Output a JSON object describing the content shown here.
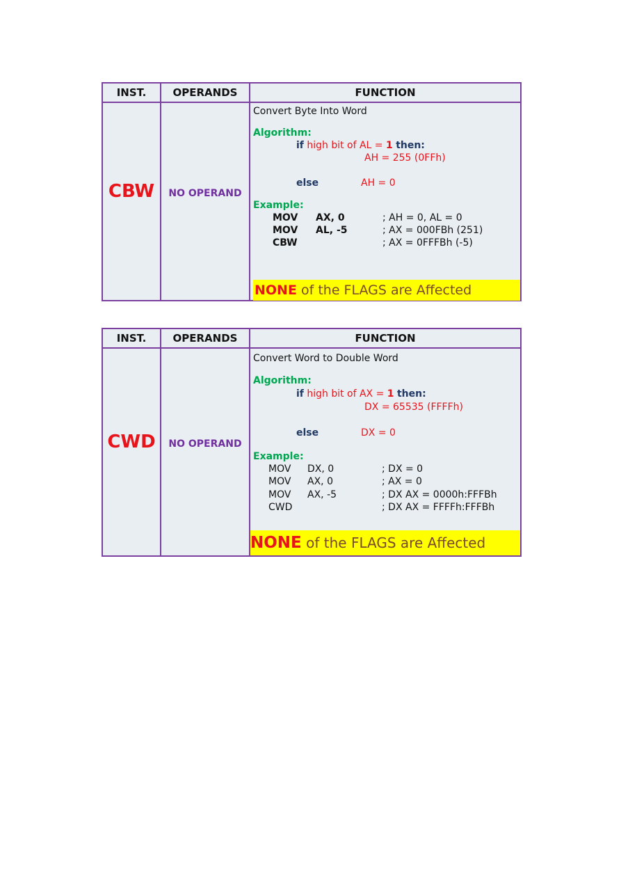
{
  "headers": {
    "inst": "INST.",
    "operands": "OPERANDS",
    "function": "FUNCTION"
  },
  "cbw": {
    "instruction": "CBW",
    "operand": "NO OPERAND",
    "description": "Convert Byte Into Word",
    "algorithm_label": "Algorithm:",
    "if_kw": "if",
    "cond": "high bit of AL = ",
    "cond_val": "1",
    "then_kw": "then:",
    "then_result": "AH = 255 (0FFh)",
    "else_kw": "else",
    "else_result": "AH = 0",
    "example_label": "Example:",
    "examples": [
      {
        "op": "MOV",
        "args": "AX, 0",
        "comment": "; AH = 0, AL = 0"
      },
      {
        "op": "MOV",
        "args": "AL, -5",
        "comment": "; AX = 000FBh (251)"
      },
      {
        "op": "CBW",
        "args": "",
        "comment": "; AX = 0FFFBh (-5)"
      }
    ],
    "flags_none": "NONE",
    "flags_rest": " of the FLAGS are Affected"
  },
  "cwd": {
    "instruction": "CWD",
    "operand": "NO OPERAND",
    "description": "Convert Word to Double Word",
    "algorithm_label": "Algorithm:",
    "if_kw": "if",
    "cond": "high bit of AX = ",
    "cond_val": "1",
    "then_kw": "then:",
    "then_result": "DX = 65535 (FFFFh)",
    "else_kw": "else",
    "else_result": "DX = 0",
    "example_label": "Example:",
    "examples": [
      {
        "op": "MOV",
        "args": "DX, 0",
        "comment": "; DX = 0"
      },
      {
        "op": "MOV",
        "args": "AX, 0",
        "comment": "; AX = 0"
      },
      {
        "op": "MOV",
        "args": "AX, -5",
        "comment": "; DX AX = 0000h:FFFBh"
      },
      {
        "op": "CWD",
        "args": "",
        "comment": "; DX AX = FFFFh:FFFBh"
      }
    ],
    "flags_none": "NONE",
    "flags_rest": " of the FLAGS are Affected"
  }
}
